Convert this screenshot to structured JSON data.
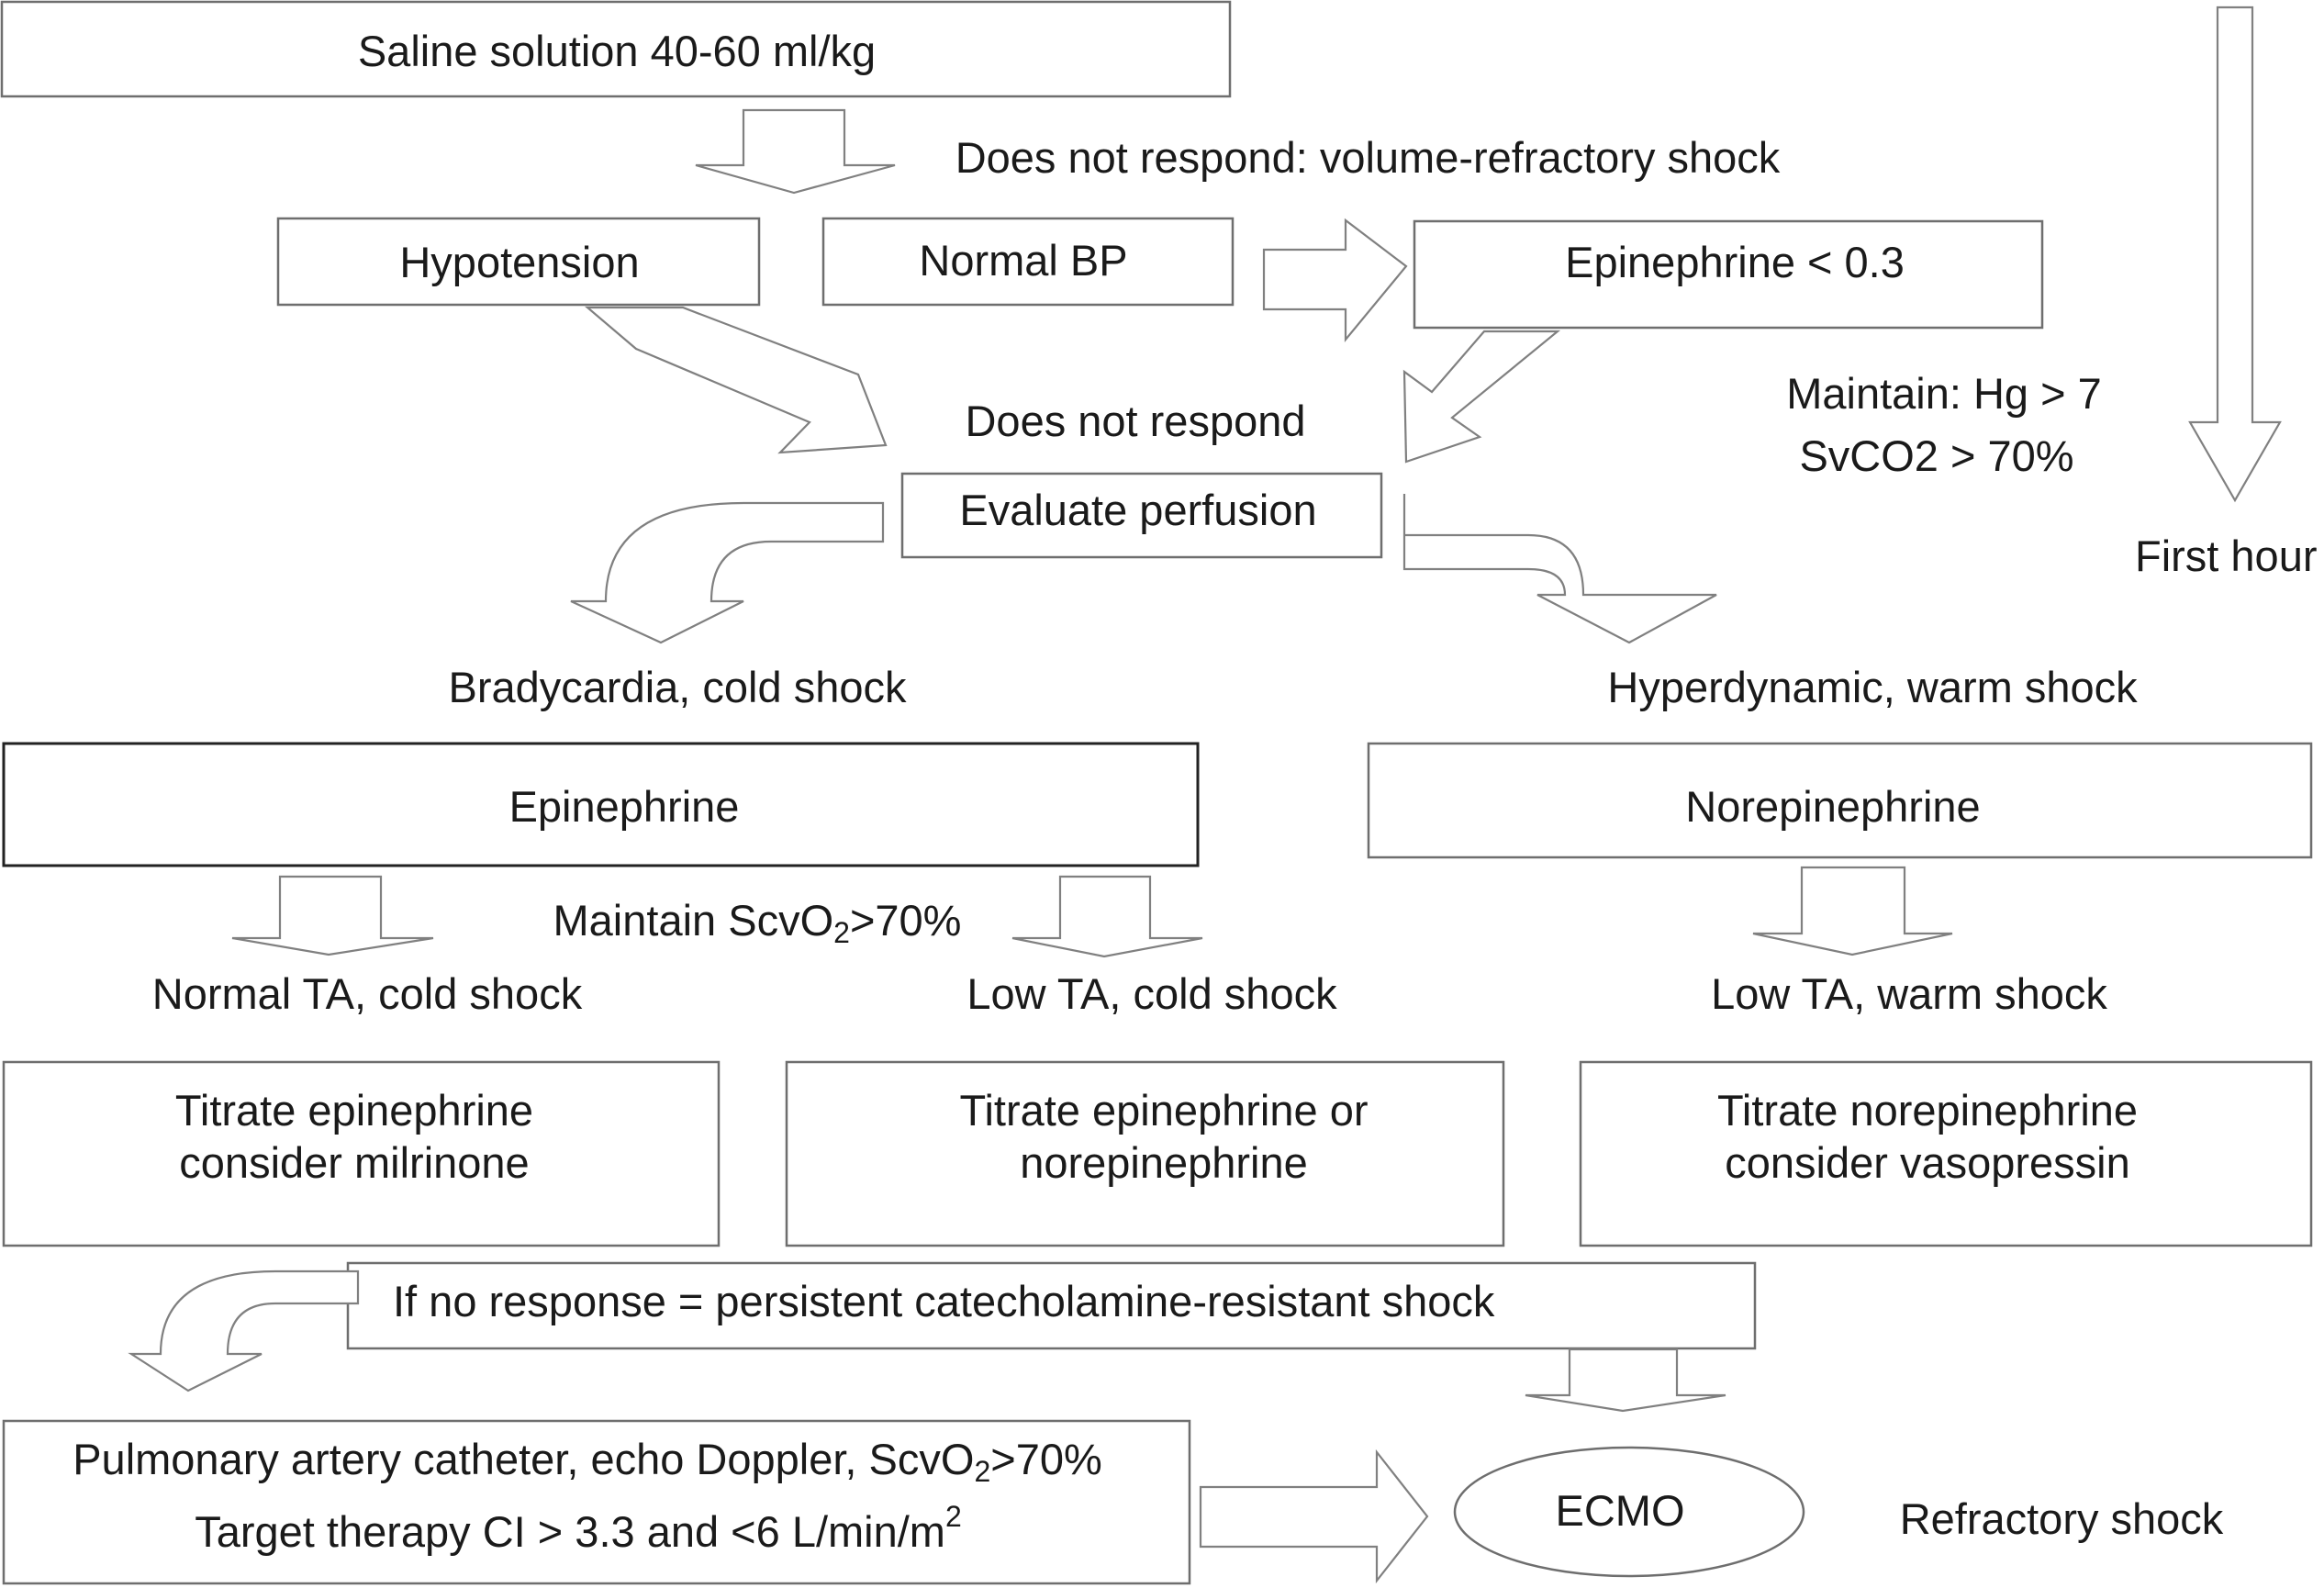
{
  "top": {
    "saline": "Saline solution 40-60 ml/kg",
    "volume_refractory": "Does not respond: volume-refractory shock",
    "hypotension": "Hypotension",
    "normal_bp": "Normal BP",
    "epi_low_dose": "Epinephrine < 0.3",
    "maintain_hg": "Maintain: Hg > 7",
    "svco2": "SvCO2 > 70%",
    "first_hour": "First hour",
    "does_not_respond": "Does not respond",
    "evaluate_perfusion": "Evaluate perfusion"
  },
  "cold": {
    "heading": "Bradycardia, cold shock",
    "drug": "Epinephrine",
    "maintain_prefix": "Maintain ScvO",
    "maintain_sub": "2",
    "maintain_suffix": ">70%",
    "normal_ta": "Normal TA, cold shock",
    "low_ta": "Low TA, cold shock",
    "titrate_a_line1": "Titrate epinephrine",
    "titrate_a_line2": "consider milrinone",
    "titrate_b_line1": "Titrate epinephrine or",
    "titrate_b_line2": "norepinephrine"
  },
  "warm": {
    "heading": "Hyperdynamic, warm shock",
    "drug": "Norepinephrine",
    "low_ta": "Low TA, warm shock",
    "titrate_line1": "Titrate norepinephrine",
    "titrate_line2": "consider vasopressin"
  },
  "bottom": {
    "no_response": "If no response = persistent catecholamine-resistant shock",
    "pac_prefix": "Pulmonary artery catheter, echo Doppler, ScvO",
    "pac_sub": "2",
    "pac_suffix": ">70%",
    "target_prefix": "Target therapy CI > 3.3 and <6 L/min/m",
    "target_sup": "2",
    "ecmo": "ECMO",
    "refractory": "Refractory shock"
  }
}
